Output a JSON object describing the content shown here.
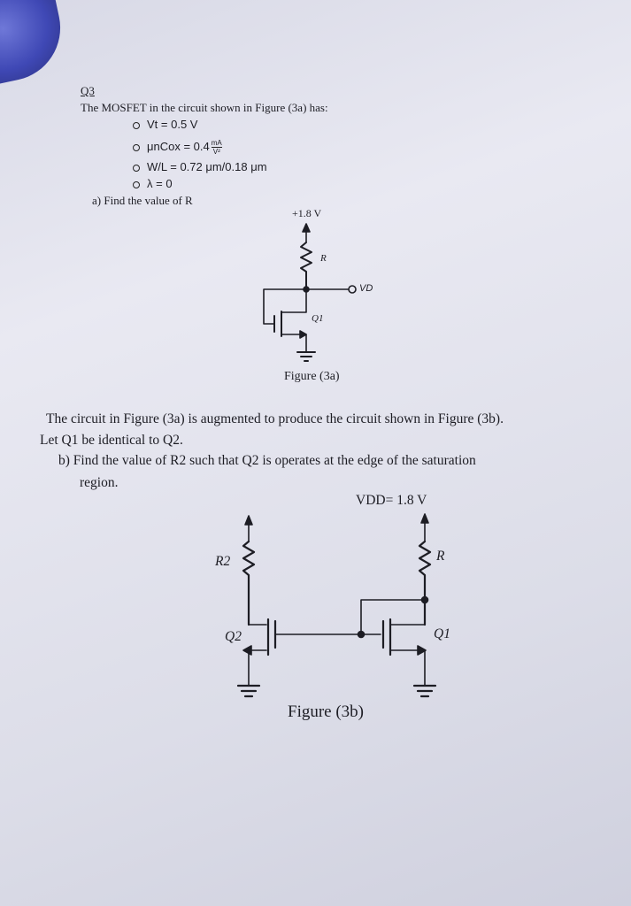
{
  "question": {
    "number": "Q3",
    "intro": "The MOSFET in the circuit shown in Figure (3a) has:",
    "params": [
      {
        "label": "Vt = 0.5 V"
      },
      {
        "label": "μnCox = 0.4",
        "unit_num": "mA",
        "unit_den": "V²"
      },
      {
        "label": "W/L = 0.72 μm/0.18 μm"
      },
      {
        "label": "λ = 0"
      }
    ],
    "part_a": "a)  Find the value of R"
  },
  "figure_3a": {
    "supply": "+1.8 V",
    "resistor": "R",
    "node": "VD",
    "transistor": "Q1",
    "caption": "Figure (3a)"
  },
  "part_b_text": {
    "line1": "The circuit in Figure (3a) is augmented to produce the circuit shown in Figure (3b).",
    "line2": "Let Q1 be identical to Q2.",
    "line3": "b)  Find the value of R2 such that Q2 is operates at the edge of the saturation",
    "line4": "region."
  },
  "figure_3b": {
    "supply": "VDD= 1.8 V",
    "resistor_left": "R2",
    "resistor_right": "R",
    "transistor_left": "Q2",
    "transistor_right": "Q1",
    "caption": "Figure (3b)"
  }
}
